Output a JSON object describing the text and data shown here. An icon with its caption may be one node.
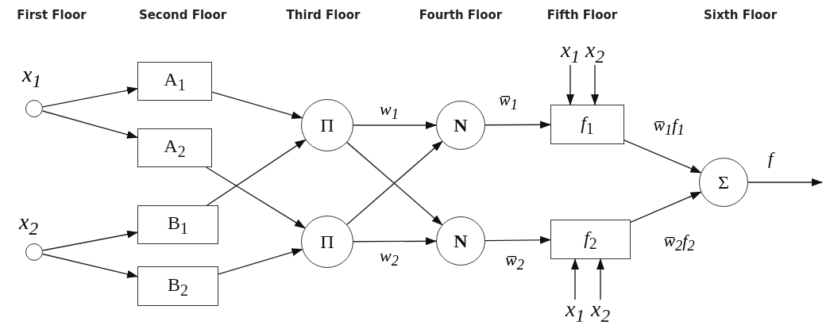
{
  "diagram": {
    "nodes": [
      {
        "text": [],
        "shape": "circle",
        "beside": [
          "x$_{1}$"
        ]
      },
      {
        "text": [],
        "shape": "circle",
        "beside": [
          "x$_{2}$"
        ]
      },
      {
        "text": [
          "A$_{1}$"
        ]
      },
      {
        "text": [
          "A$_{2}$"
        ]
      },
      {
        "text": [
          "B$_{1}$"
        ]
      },
      {
        "text": [
          "B$_{2}$"
        ]
      },
      {
        "text": [
          "Π"
        ]
      },
      {
        "text": [
          "Π"
        ]
      },
      {
        "text": [
          "N"
        ]
      },
      {
        "text": [
          "N"
        ]
      },
      {
        "text": [
          "*f*$_{1}$"
        ]
      },
      {
        "text": [
          "*f*$_{2}$"
        ]
      },
      {
        "text": [
          "Σ"
        ]
      },
      {
        "text": [
          "x$_{1}$"
        ]
      },
      {
        "text": [
          "x$_{2}$"
        ]
      },
      {
        "text": [
          "x$_{1}$"
        ]
      },
      {
        "text": [
          "x$_{2}$"
        ]
      }
    ],
    "edges": [
      {
        "from": 0,
        "to": 2,
        "arrow": "to"
      },
      {
        "from": 0,
        "to": 3,
        "arrow": "to"
      },
      {
        "from": 1,
        "to": 4,
        "arrow": "to"
      },
      {
        "from": 1,
        "to": 5,
        "arrow": "to"
      },
      {
        "from": 2,
        "to": 6,
        "arrow": "to"
      },
      {
        "from": 3,
        "to": 7,
        "arrow": "to"
      },
      {
        "from": 4,
        "to": 6,
        "arrow": "to"
      },
      {
        "from": 5,
        "to": 7,
        "arrow": "to"
      },
      {
        "from": 6,
        "to": 8,
        "arrow": "to",
        "label": "w$_{1}$"
      },
      {
        "from": 6,
        "to": 9,
        "arrow": "to"
      },
      {
        "from": 7,
        "to": 8,
        "arrow": "to"
      },
      {
        "from": 7,
        "to": 9,
        "arrow": "to",
        "label": "w$_{2}$"
      },
      {
        "from": 8,
        "to": 10,
        "arrow": "to",
        "label": "w̅$_{1}$"
      },
      {
        "from": 10,
        "to": 12,
        "arrow": "to",
        "label": "w̅$_{1}$f$_{1}$"
      },
      {
        "from": 9,
        "to": 11,
        "arrow": "to",
        "label": "w̅$_{2}$"
      },
      {
        "from": 11,
        "to": 12,
        "arrow": "to",
        "label": "w̅$_{2}$f$_{2}$"
      },
      {
        "from": 13,
        "to": 10,
        "arrow": "to"
      },
      {
        "from": 14,
        "to": 10,
        "arrow": "to"
      },
      {
        "from": 15,
        "to": 11,
        "arrow": "to"
      },
      {
        "from": 16,
        "to": 11,
        "arrow": "to"
      },
      {
        "from": 12,
        "to": null,
        "arrow": "to",
        "label": "f"
      }
    ],
    "labels": [
      "First Floor",
      "Second Floor",
      "Third Floor",
      "Fourth Floor",
      "Fifth Floor",
      "Sixth Floor"
    ]
  }
}
